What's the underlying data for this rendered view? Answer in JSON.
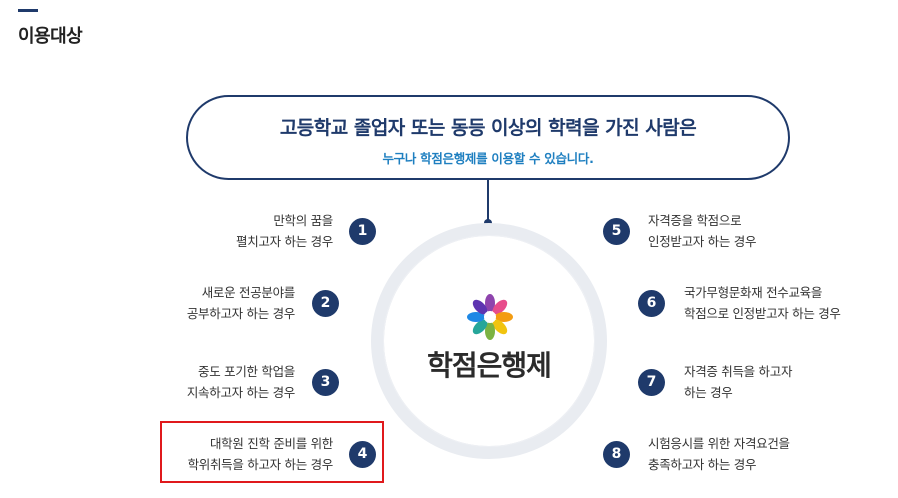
{
  "page": {
    "title": "이용대상"
  },
  "banner": {
    "main": "고등학교 졸업자 또는 동등 이상의 학력을 가진 사람은",
    "sub": "누구나 학점은행제를 이용할 수 있습니다."
  },
  "center": {
    "label": "학점은행제",
    "logo_icon": "flower-logo-icon"
  },
  "items": [
    {
      "num": "1",
      "lines": [
        "만학의 꿈을",
        "펼치고자 하는 경우"
      ]
    },
    {
      "num": "2",
      "lines": [
        "새로운 전공분야를",
        "공부하고자 하는 경우"
      ]
    },
    {
      "num": "3",
      "lines": [
        "중도 포기한 학업을",
        "지속하고자 하는 경우"
      ]
    },
    {
      "num": "4",
      "lines": [
        "대학원 진학 준비를 위한",
        "학위취득을 하고자 하는 경우"
      ]
    },
    {
      "num": "5",
      "lines": [
        "자격증을 학점으로",
        "인정받고자 하는 경우"
      ]
    },
    {
      "num": "6",
      "lines": [
        "국가무형문화재 전수교육을",
        "학점으로 인정받고자 하는 경우"
      ]
    },
    {
      "num": "7",
      "lines": [
        "자격증 취득을 하고자",
        "하는 경우"
      ]
    },
    {
      "num": "8",
      "lines": [
        "시험응시를 위한 자격요건을",
        "충족하고자 하는 경우"
      ]
    }
  ],
  "colors": {
    "navy": "#1f3a6b",
    "accent_blue": "#1e7fc0",
    "highlight_red": "#e0191c"
  }
}
